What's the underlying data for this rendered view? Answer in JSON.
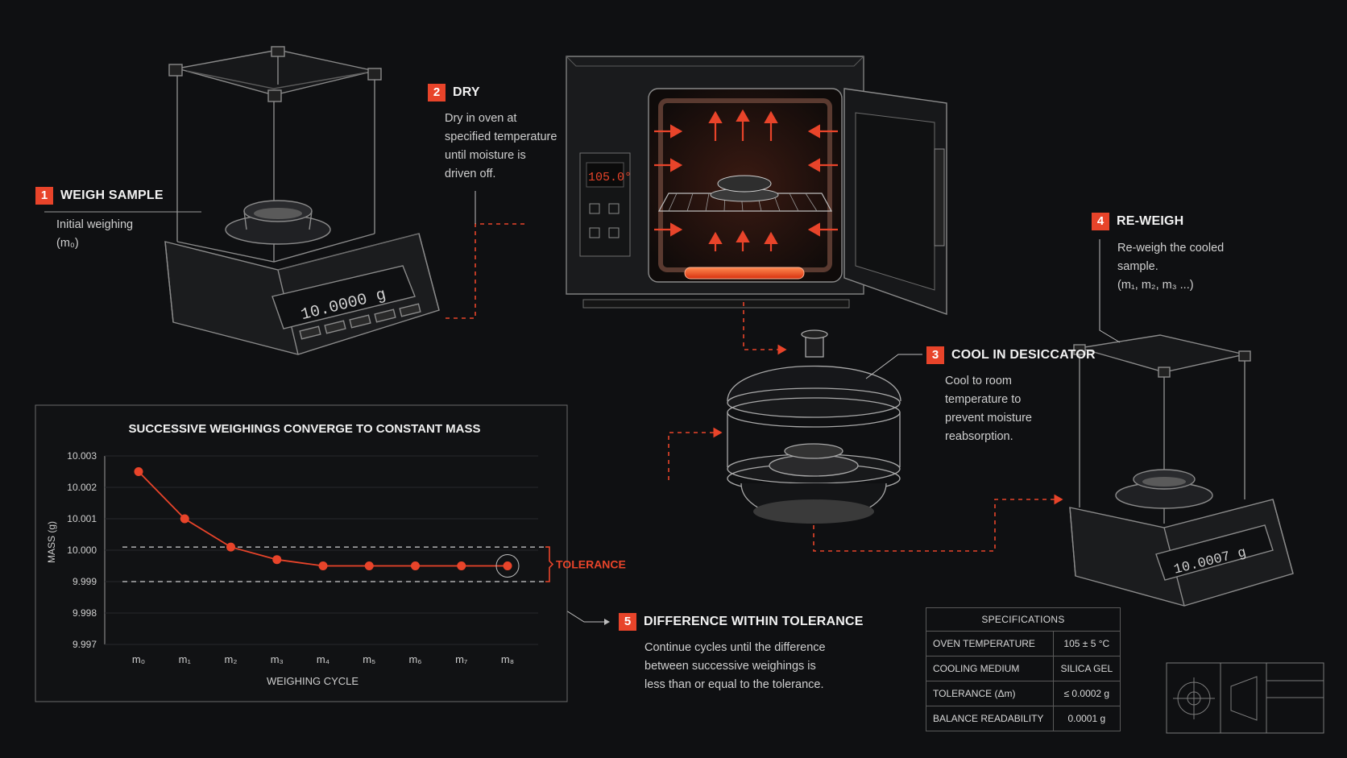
{
  "steps": [
    {
      "number": "1",
      "title": "WEIGH SAMPLE",
      "desc": [
        "Initial weighing",
        "(m₀)"
      ]
    },
    {
      "number": "2",
      "title": "DRY",
      "desc": [
        "Dry in oven at",
        "specified temperature",
        "until moisture is",
        "driven off."
      ]
    },
    {
      "number": "3",
      "title": "COOL IN DESICCATOR",
      "desc": [
        "Cool to room",
        "temperature to",
        "prevent moisture",
        "reabsorption."
      ]
    },
    {
      "number": "4",
      "title": "RE-WEIGH",
      "desc": [
        "Re-weigh the cooled",
        "sample.",
        "(m₁, m₂, m₃ ...)"
      ]
    },
    {
      "number": "5",
      "title": "DIFFERENCE WITHIN TOLERANCE",
      "desc": [
        "Continue cycles until the difference",
        "between successive weighings is",
        "less than or equal to the tolerance."
      ]
    }
  ],
  "displays": {
    "balance_left": "10.0000 g",
    "balance_right": "10.0007 g",
    "oven": "105.0°"
  },
  "specifications": {
    "title": "SPECIFICATIONS",
    "rows": [
      {
        "label": "OVEN TEMPERATURE",
        "value": "105 ± 5 °C"
      },
      {
        "label": "COOLING MEDIUM",
        "value": "SILICA GEL"
      },
      {
        "label": "TOLERANCE (Δm)",
        "value": "≤ 0.0002 g"
      },
      {
        "label": "BALANCE READABILITY",
        "value": "0.0001 g"
      }
    ]
  },
  "colors": {
    "accent": "#e8442a",
    "background": "#0f1012",
    "line": "#7a7a7a"
  },
  "icons": [
    "analytical-balance-icon",
    "drying-oven-icon",
    "desiccator-icon",
    "crosshair-target-icon"
  ],
  "chart_data": {
    "type": "line",
    "title": "SUCCESSIVE WEIGHINGS CONVERGE TO CONSTANT MASS",
    "xlabel": "WEIGHING CYCLE",
    "ylabel": "MASS (g)",
    "categories": [
      "m₀",
      "m₁",
      "m₂",
      "m₃",
      "m₄",
      "m₅",
      "m₆",
      "m₇",
      "m₈"
    ],
    "values": [
      10.0025,
      10.001,
      10.0001,
      9.9997,
      9.9995,
      9.9995,
      9.9995,
      9.9995,
      9.9995
    ],
    "ylim": [
      9.997,
      10.003
    ],
    "yticks": [
      "10.003",
      "10.002",
      "10.001",
      "10.000",
      "9.999",
      "9.998",
      "9.997"
    ],
    "tolerance_band": [
      9.999,
      10.0001
    ],
    "tolerance_label": "TOLERANCE",
    "grid": true
  }
}
